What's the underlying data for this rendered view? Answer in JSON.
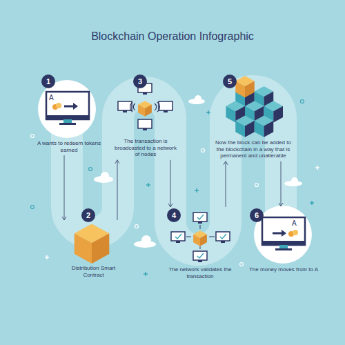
{
  "diagram": {
    "title": "Blockchain Operation Infographic",
    "nodes": [
      {
        "text": [
          "A wants to redeem tokens earned"
        ]
      },
      {
        "text": [
          "Distribution Smart Contract"
        ]
      },
      {
        "text": [
          "The transaction is broadcasted to a network of nodes"
        ]
      },
      {
        "text": [
          "The network validates the transaction"
        ]
      },
      {
        "text": [
          "Now the block can be added to the blockchain in a way that is permanent and unalterable"
        ]
      },
      {
        "text": [
          "The money moves from to A"
        ]
      }
    ],
    "edges": [
      {
        "from": 0,
        "to": 1,
        "arrow": "to"
      },
      {
        "from": 1,
        "to": 2,
        "arrow": "to"
      },
      {
        "from": 2,
        "to": 3,
        "arrow": "to"
      },
      {
        "from": 3,
        "to": 4,
        "arrow": "to"
      },
      {
        "from": 4,
        "to": 5,
        "arrow": "to"
      }
    ],
    "labels": [
      "1",
      "A",
      "2",
      "3",
      "4",
      "5",
      "6",
      "A"
    ]
  }
}
